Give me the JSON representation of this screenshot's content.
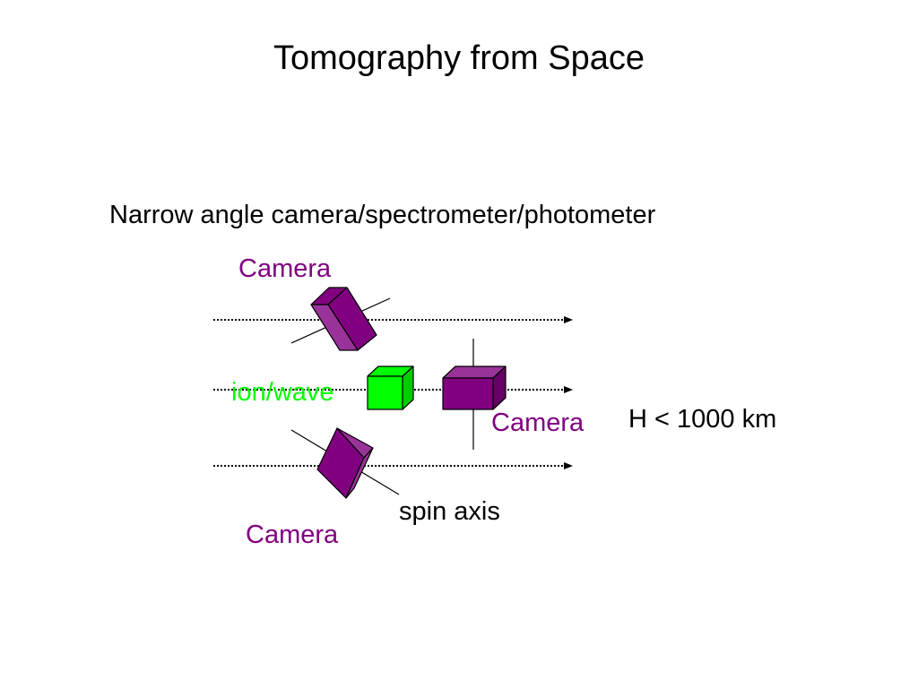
{
  "slide": {
    "title": "Tomography from Space",
    "subtitle": "Narrow angle camera/spectrometer/photometer"
  },
  "diagram": {
    "labels": {
      "camera_top": "Camera",
      "camera_right": "Camera",
      "camera_bottom": "Camera",
      "ion_wave": "ion/wave",
      "altitude": "H < 1000 km",
      "spin_axis": "spin axis"
    },
    "colors": {
      "camera_purple": "#800080",
      "ion_wave_green": "#00ff00",
      "text": "#000000",
      "line": "#000000"
    }
  }
}
